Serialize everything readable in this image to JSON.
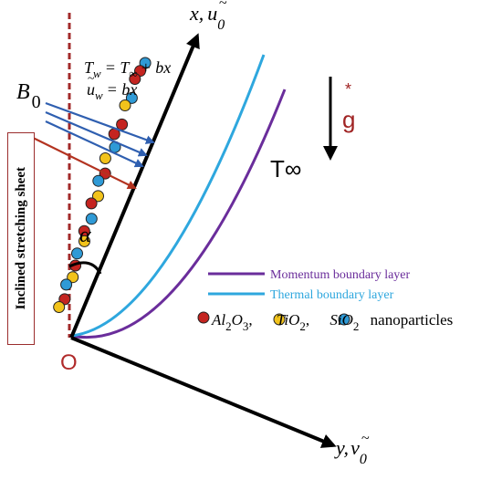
{
  "labels": {
    "x_axis_main": "x,",
    "x_axis_u": "u",
    "x_axis_sub": "0",
    "y_axis_main": "y,",
    "y_axis_v": "v",
    "y_axis_sub": "0",
    "tilde": "~",
    "origin": "O",
    "angle": "α",
    "temp_far": "T∞",
    "gravity": "g",
    "gravity_star": "*",
    "field_main": "B",
    "field_sub": "0",
    "sheet": "Inclined stretching sheet",
    "eq1_lhs": "T",
    "eq1_lhs_sub": "w",
    "eq1_rhs": "= T",
    "eq1_rhs_sub": "∞",
    "eq1_rest": "+ bx",
    "eq2_lhs": "u",
    "eq2_lhs_sub": "w",
    "eq2_rest": "= bx"
  },
  "legend": {
    "momentum": "Momentum boundary layer",
    "thermal": "Thermal boundary layer",
    "np_al": "Al",
    "np_al_sub1": "2",
    "np_al_o": "O",
    "np_al_sub2": "3",
    "np_ti": "TiO",
    "np_ti_sub": "2",
    "np_si": "SiO",
    "np_si_sub": "2",
    "np_word": "nanoparticles"
  },
  "colors": {
    "momentum_curve": "#6a2d9b",
    "thermal_curve": "#2ea7de",
    "al2o3": "#c42420",
    "tio2": "#f2c31b",
    "sio2": "#2f9ad6",
    "dashed_line": "#a22a2a",
    "field_arrows": "#2f5fb0",
    "heat_arrow": "#b33320"
  },
  "nanoparticles": [
    {
      "type": "sio2",
      "u": 0.44,
      "v": 0.22
    },
    {
      "type": "al2o3",
      "u": 0.47,
      "v": 0.26
    },
    {
      "type": "al2o3",
      "u": 0.5,
      "v": 0.3
    },
    {
      "type": "sio2",
      "u": 0.42,
      "v": 0.38
    },
    {
      "type": "tio2",
      "u": 0.48,
      "v": 0.42
    },
    {
      "type": "al2o3",
      "u": 0.4,
      "v": 0.5
    },
    {
      "type": "al2o3",
      "u": 0.46,
      "v": 0.55
    },
    {
      "type": "sio2",
      "u": 0.36,
      "v": 0.6
    },
    {
      "type": "tio2",
      "u": 0.44,
      "v": 0.66
    },
    {
      "type": "al2o3",
      "u": 0.34,
      "v": 0.72
    },
    {
      "type": "sio2",
      "u": 0.4,
      "v": 0.76
    },
    {
      "type": "tio2",
      "u": 0.3,
      "v": 0.82
    },
    {
      "type": "al2o3",
      "u": 0.36,
      "v": 0.86
    },
    {
      "type": "sio2",
      "u": 0.28,
      "v": 0.92
    },
    {
      "type": "al2o3",
      "u": 0.32,
      "v": 0.98
    },
    {
      "type": "tio2",
      "u": 0.24,
      "v": 1.02
    },
    {
      "type": "sio2",
      "u": 0.28,
      "v": 1.08
    },
    {
      "type": "al2o3",
      "u": 0.22,
      "v": 1.13
    },
    {
      "type": "tio2",
      "u": 0.18,
      "v": 1.18
    },
    {
      "type": "sio2",
      "u": 0.24,
      "v": 1.22
    },
    {
      "type": "al2o3",
      "u": 0.16,
      "v": 1.28
    },
    {
      "type": "tio2",
      "u": 0.2,
      "v": 1.32
    }
  ]
}
